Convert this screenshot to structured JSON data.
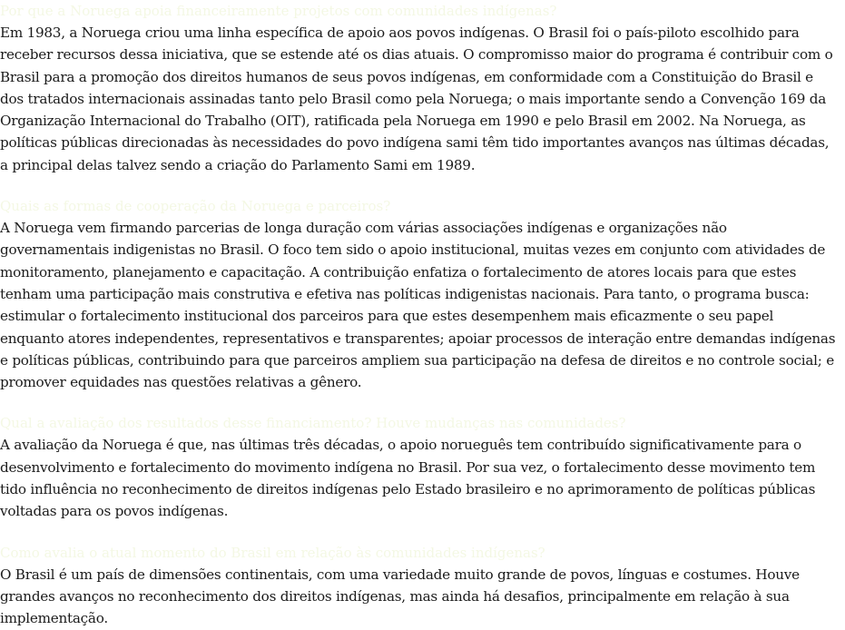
{
  "sections": [
    {
      "heading": "Por que a Noruega apoia financeiramente projetos com comunidades indígenas?",
      "body": "Em 1983, a Noruega criou uma linha específica de apoio aos povos indígenas. O Brasil foi o país-piloto escolhido para receber recursos dessa iniciativa, que se estende até os dias atuais. O compromisso maior do programa é contribuir com o Brasil para a promoção dos direitos humanos de seus povos indígenas, em conformidade com a Constituição do Brasil e dos tratados internacionais assinadas tanto pelo Brasil como pela Noruega; o mais importante sendo a Convenção 169 da Organização Internacional do Trabalho (OIT), ratificada pela Noruega em 1990 e pelo Brasil em 2002. Na Noruega, as políticas públicas direcionadas às necessidades do povo indígena sami têm tido importantes avanços nas últimas décadas, a principal delas talvez sendo a criação do Parlamento Sami em 1989."
    },
    {
      "heading": "Quais as formas de cooperação da Noruega e parceiros?",
      "body": "A Noruega vem firmando parcerias de longa duração com várias associações indígenas e organizações não governamentais indigenistas no Brasil. O foco tem sido o apoio institucional, muitas vezes em conjunto com atividades de monitoramento, planejamento e capacitação. A contribuição enfatiza o fortalecimento de atores locais para que estes tenham uma participação mais construtiva e efetiva nas políticas indigenistas nacionais. Para tanto, o programa busca: estimular o fortalecimento institucional dos parceiros para que estes desempenhem mais eficazmente o seu papel enquanto atores independentes, representativos e transparentes; apoiar processos de interação entre demandas indígenas e políticas públicas, contribuindo para que parceiros ampliem sua participação na defesa de direitos e no controle social; e promover equidades nas questões relativas a gênero."
    },
    {
      "heading": "Qual a avaliação dos resultados desse financiamento? Houve mudanças nas comunidades?",
      "body": "A avaliação da Noruega é que, nas últimas três décadas, o apoio norueguês tem contribuído significativamente para o desenvolvimento e fortalecimento do movimento indígena no Brasil. Por sua vez, o fortalecimento desse movimento tem tido influência no reconhecimento de direitos indígenas pelo Estado brasileiro e no aprimoramento de políticas públicas voltadas para os povos indígenas."
    },
    {
      "heading": "Como avalia o atual momento do Brasil em relação às comunidades indígenas?",
      "body": "O Brasil é um país de dimensões continentais, com uma variedade muito grande de povos, línguas e costumes. Houve grandes avanços no reconhecimento dos direitos indígenas, mas ainda há desafios, principalmente em relação à sua implementação."
    }
  ]
}
